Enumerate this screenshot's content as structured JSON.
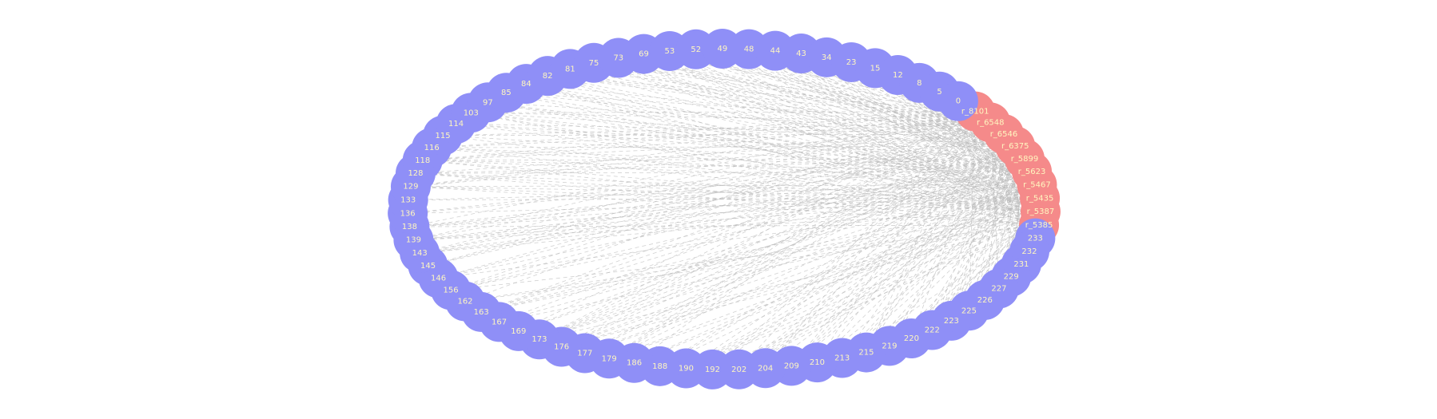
{
  "colors": {
    "background": "#ffffff",
    "numeric_node_fill": "#8f8ff7",
    "r_node_fill": "#f58a8a",
    "label_text": "#fff7c0",
    "edge_stroke": "#b8b8b8"
  },
  "graph": {
    "layout": "circular",
    "edge_style": "dashed",
    "nodes": [
      {
        "id": "r_8101",
        "group": "r"
      },
      {
        "id": "r_6548",
        "group": "r"
      },
      {
        "id": "r_6546",
        "group": "r"
      },
      {
        "id": "r_6375",
        "group": "r"
      },
      {
        "id": "r_5899",
        "group": "r"
      },
      {
        "id": "r_5623",
        "group": "r"
      },
      {
        "id": "r_5467",
        "group": "r"
      },
      {
        "id": "r_5435",
        "group": "r"
      },
      {
        "id": "r_5387",
        "group": "r"
      },
      {
        "id": "r_5385",
        "group": "r"
      },
      {
        "id": "233",
        "group": "num"
      },
      {
        "id": "232",
        "group": "num"
      },
      {
        "id": "231",
        "group": "num"
      },
      {
        "id": "229",
        "group": "num"
      },
      {
        "id": "227",
        "group": "num"
      },
      {
        "id": "226",
        "group": "num"
      },
      {
        "id": "225",
        "group": "num"
      },
      {
        "id": "223",
        "group": "num"
      },
      {
        "id": "222",
        "group": "num"
      },
      {
        "id": "220",
        "group": "num"
      },
      {
        "id": "219",
        "group": "num"
      },
      {
        "id": "215",
        "group": "num"
      },
      {
        "id": "213",
        "group": "num"
      },
      {
        "id": "210",
        "group": "num"
      },
      {
        "id": "209",
        "group": "num"
      },
      {
        "id": "204",
        "group": "num"
      },
      {
        "id": "202",
        "group": "num"
      },
      {
        "id": "192",
        "group": "num"
      },
      {
        "id": "190",
        "group": "num"
      },
      {
        "id": "188",
        "group": "num"
      },
      {
        "id": "186",
        "group": "num"
      },
      {
        "id": "179",
        "group": "num"
      },
      {
        "id": "177",
        "group": "num"
      },
      {
        "id": "176",
        "group": "num"
      },
      {
        "id": "173",
        "group": "num"
      },
      {
        "id": "169",
        "group": "num"
      },
      {
        "id": "167",
        "group": "num"
      },
      {
        "id": "163",
        "group": "num"
      },
      {
        "id": "162",
        "group": "num"
      },
      {
        "id": "156",
        "group": "num"
      },
      {
        "id": "146",
        "group": "num"
      },
      {
        "id": "145",
        "group": "num"
      },
      {
        "id": "143",
        "group": "num"
      },
      {
        "id": "139",
        "group": "num"
      },
      {
        "id": "138",
        "group": "num"
      },
      {
        "id": "136",
        "group": "num"
      },
      {
        "id": "133",
        "group": "num"
      },
      {
        "id": "129",
        "group": "num"
      },
      {
        "id": "128",
        "group": "num"
      },
      {
        "id": "118",
        "group": "num"
      },
      {
        "id": "116",
        "group": "num"
      },
      {
        "id": "115",
        "group": "num"
      },
      {
        "id": "114",
        "group": "num"
      },
      {
        "id": "103",
        "group": "num"
      },
      {
        "id": "97",
        "group": "num"
      },
      {
        "id": "85",
        "group": "num"
      },
      {
        "id": "84",
        "group": "num"
      },
      {
        "id": "82",
        "group": "num"
      },
      {
        "id": "81",
        "group": "num"
      },
      {
        "id": "75",
        "group": "num"
      },
      {
        "id": "73",
        "group": "num"
      },
      {
        "id": "69",
        "group": "num"
      },
      {
        "id": "53",
        "group": "num"
      },
      {
        "id": "52",
        "group": "num"
      },
      {
        "id": "49",
        "group": "num"
      },
      {
        "id": "48",
        "group": "num"
      },
      {
        "id": "44",
        "group": "num"
      },
      {
        "id": "43",
        "group": "num"
      },
      {
        "id": "34",
        "group": "num"
      },
      {
        "id": "23",
        "group": "num"
      },
      {
        "id": "15",
        "group": "num"
      },
      {
        "id": "12",
        "group": "num"
      },
      {
        "id": "8",
        "group": "num"
      },
      {
        "id": "5",
        "group": "num"
      },
      {
        "id": "0",
        "group": "num"
      }
    ]
  }
}
